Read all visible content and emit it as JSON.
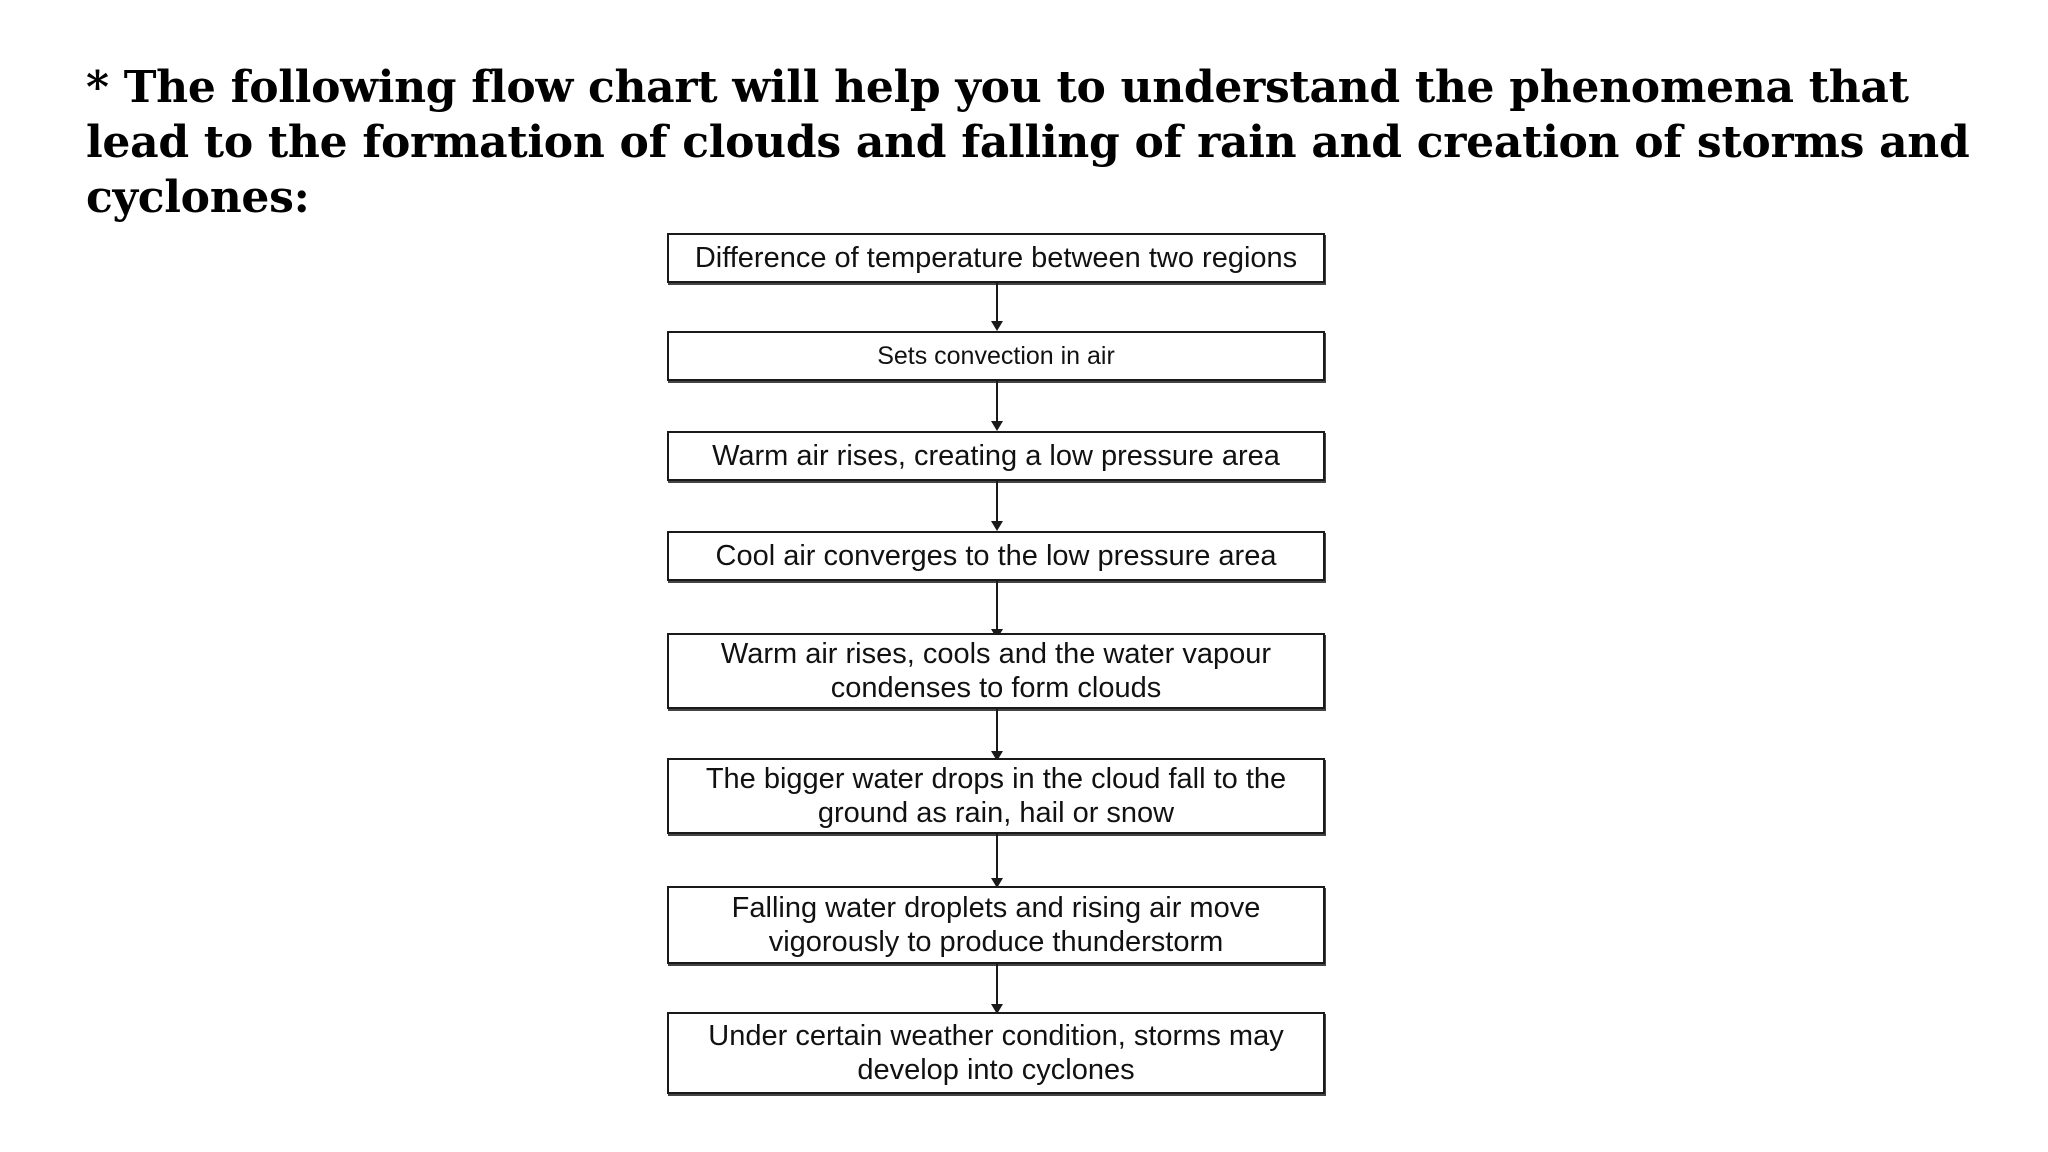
{
  "heading": "* The following flow chart will help you to understand the phenomena that lead to the formation of clouds and falling of rain and creation of storms and cyclones:",
  "flow_chart": {
    "steps": [
      "Difference of temperature between two regions",
      "Sets convection in air",
      "Warm air rises, creating a low pressure area",
      "Cool air converges to the low pressure area",
      "Warm air rises, cools and the water vapour condenses to form clouds",
      "The bigger water drops in the cloud fall to the ground as rain, hail or snow",
      "Falling water droplets and rising air move vigorously to produce thunderstorm",
      "Under certain weather condition, storms may develop into cyclones"
    ]
  }
}
